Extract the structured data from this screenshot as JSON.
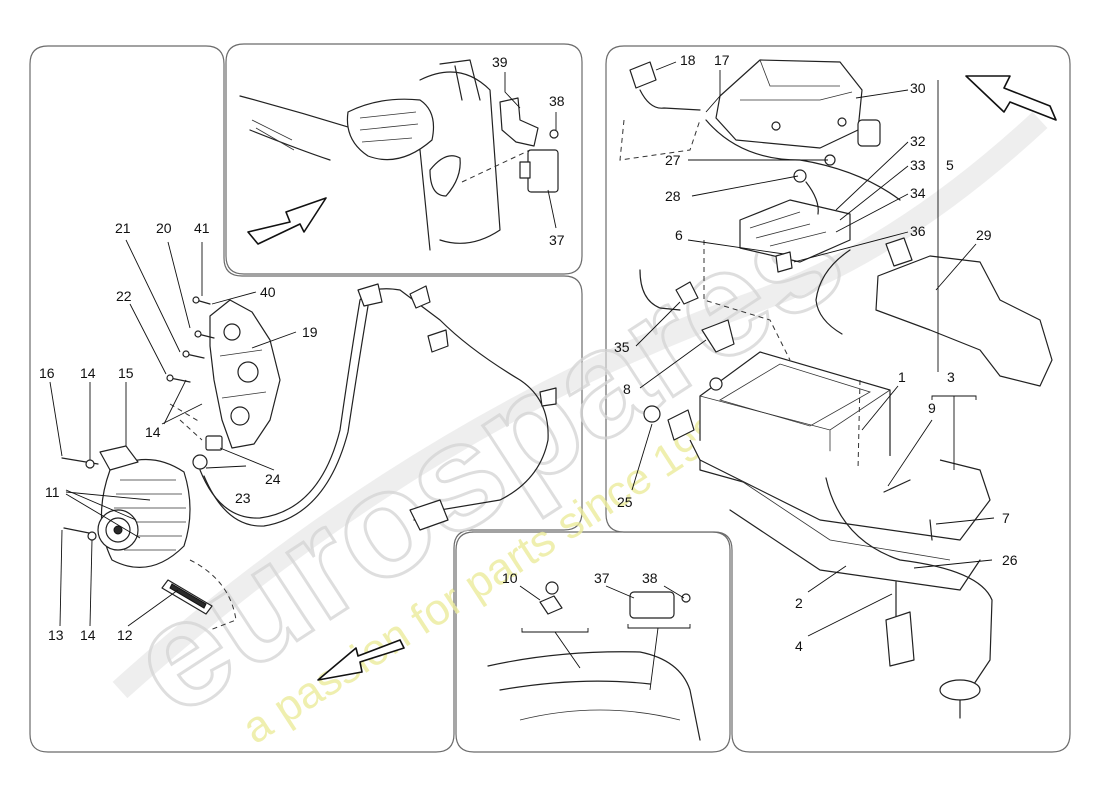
{
  "watermark": {
    "logo": "eurospares",
    "slogan": "a passion for parts since 1985"
  },
  "callouts": {
    "n1": "1",
    "n2": "2",
    "n3": "3",
    "n4": "4",
    "n5": "5",
    "n6": "6",
    "n7": "7",
    "n8": "8",
    "n9": "9",
    "n10": "10",
    "n11": "11",
    "n12": "12",
    "n13": "13",
    "n14a": "14",
    "n14b": "14",
    "n14c": "14",
    "n15": "15",
    "n16": "16",
    "n17": "17",
    "n18": "18",
    "n19": "19",
    "n20": "20",
    "n21": "21",
    "n22": "22",
    "n23": "23",
    "n24": "24",
    "n25": "25",
    "n26": "26",
    "n27": "27",
    "n28": "28",
    "n29": "29",
    "n30": "30",
    "n32": "32",
    "n33": "33",
    "n34": "34",
    "n35": "35",
    "n36": "36",
    "n37a": "37",
    "n37b": "37",
    "n38a": "38",
    "n38b": "38",
    "n39": "39",
    "n40": "40",
    "n41": "41"
  }
}
